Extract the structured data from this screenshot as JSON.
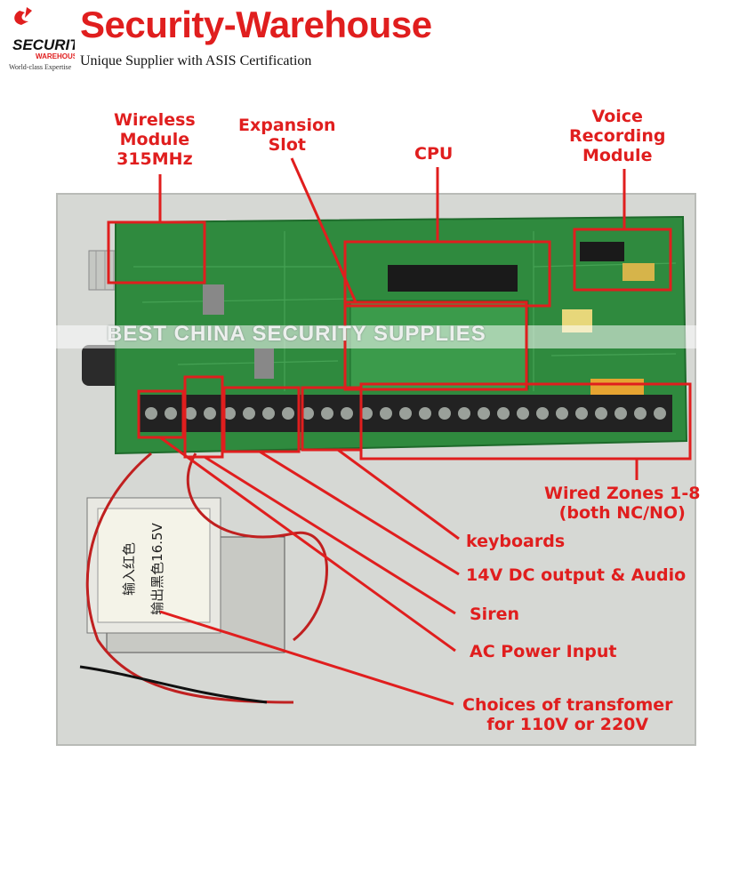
{
  "header": {
    "title": "Security-Warehouse",
    "tagline": "Unique Supplier with ASIS Certification",
    "logo": {
      "main": "SECURITY",
      "sub": "WAREHOUSE",
      "motto": "World-class Expertise"
    }
  },
  "watermark": "BEST CHINA SECURITY SUPPLIES",
  "callouts": {
    "wireless": [
      "Wireless",
      "Module",
      "315MHz"
    ],
    "expansion": [
      "Expansion",
      "Slot"
    ],
    "cpu": "CPU",
    "voice": [
      "Voice",
      "Recording",
      "Module"
    ],
    "zones": [
      "Wired Zones 1-8",
      "(both NC/NO)"
    ],
    "keyboards": "keyboards",
    "dc_output": "14V DC output & Audio",
    "siren": "Siren",
    "ac_power": "AC Power Input",
    "transformer": [
      "Choices of transfomer",
      "for 110V or 220V"
    ]
  },
  "board_text": {
    "transformer_label_1": "输入红色",
    "transformer_label_2": "输出黑色16.5V"
  },
  "colors": {
    "accent": "#e01e1e",
    "board": "#2f8a3e",
    "enclosure": "#d9dbd8"
  }
}
